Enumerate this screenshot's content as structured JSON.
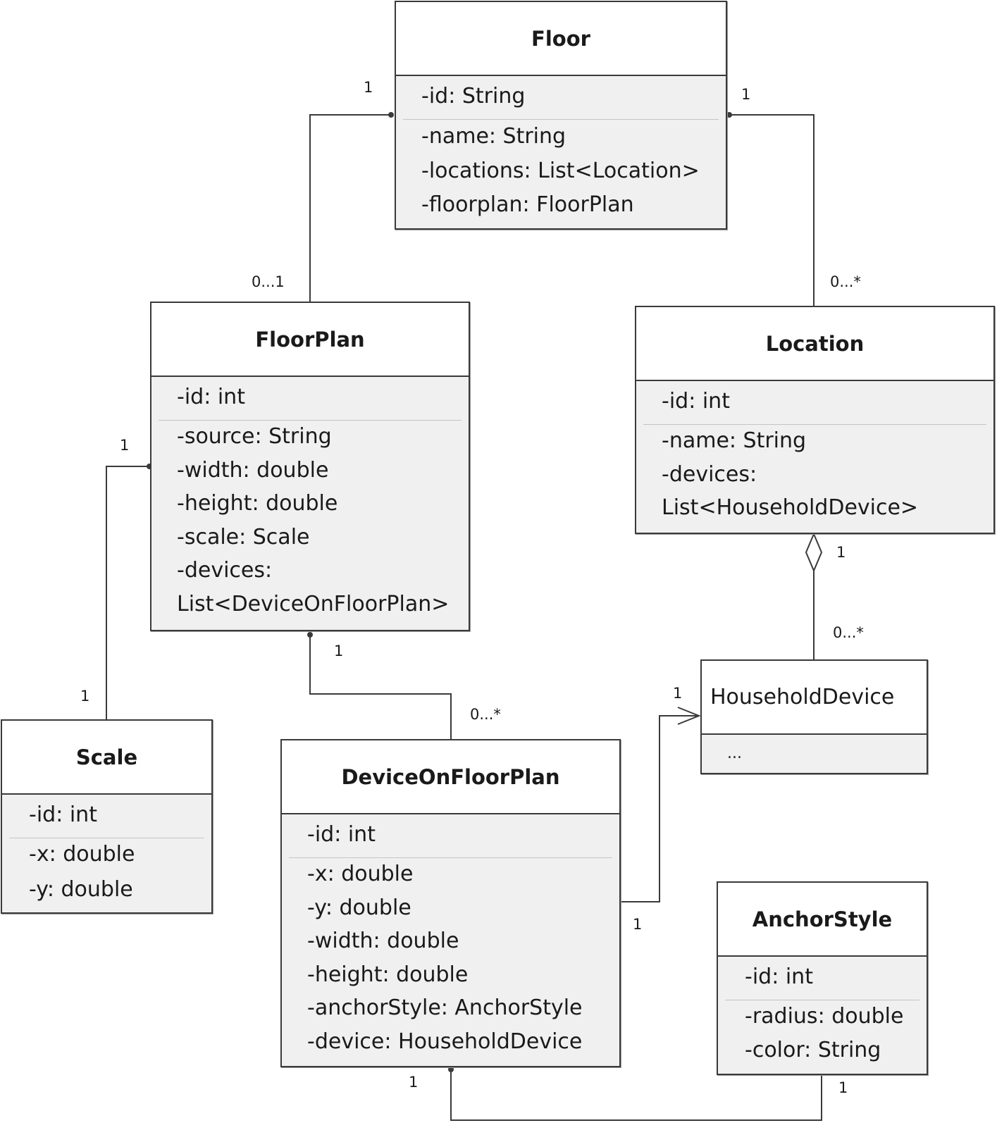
{
  "classes": {
    "floor": {
      "name": "Floor",
      "attributes": [
        "-id: String",
        "-name: String",
        "-locations: List<Location>",
        "-floorplan: FloorPlan"
      ]
    },
    "floorplan": {
      "name": "FloorPlan",
      "attributes": [
        "-id: int",
        "-source: String",
        "-width: double",
        "-height: double",
        "-scale: Scale",
        "-devices:",
        "List<DeviceOnFloorPlan>"
      ]
    },
    "location": {
      "name": "Location",
      "attributes": [
        "-id: int",
        "-name: String",
        "-devices:",
        "List<HouseholdDevice>"
      ]
    },
    "householddevice": {
      "name": "HouseholdDevice",
      "attributes": [
        "..."
      ]
    },
    "scale": {
      "name": "Scale",
      "attributes": [
        "-id: int",
        "-x: double",
        "-y: double"
      ]
    },
    "deviceonfloorplan": {
      "name": "DeviceOnFloorPlan",
      "attributes": [
        "-id: int",
        "-x: double",
        "-y: double",
        "-width: double",
        "-height: double",
        "-anchorStyle: AnchorStyle",
        "-device: HouseholdDevice"
      ]
    },
    "anchorstyle": {
      "name": "AnchorStyle",
      "attributes": [
        "-id: int",
        "-radius: double",
        "-color: String"
      ]
    }
  },
  "multiplicities": {
    "floor_floorplan_end": "1",
    "floorplan_floor_end": "0...1",
    "floor_location_end": "1",
    "location_floor_end": "0...*",
    "floorplan_scale_end": "1",
    "scale_floorplan_end": "1",
    "floorplan_device_end": "1",
    "device_floorplan_end": "0...*",
    "location_household_end": "1",
    "household_location_end": "0...*",
    "household_device_end": "1",
    "device_household_end": "1",
    "device_anchor_end": "1",
    "anchor_device_end": "1"
  },
  "colors": {
    "line": "#3a3a3a",
    "box_fill": "#f0f0f0",
    "header_fill": "#ffffff"
  }
}
